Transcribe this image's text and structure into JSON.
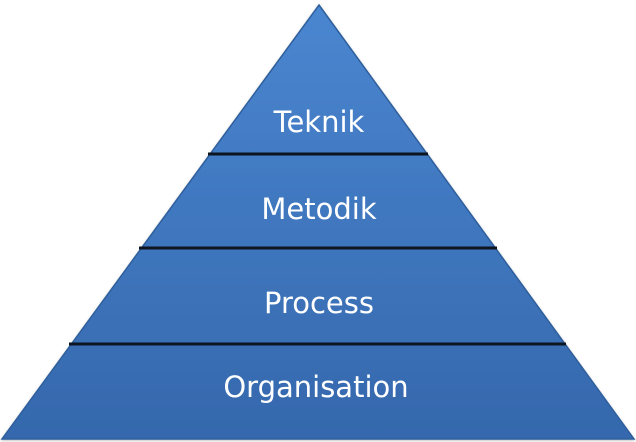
{
  "diagram": {
    "type": "pyramid",
    "levels": [
      {
        "label": "Teknik"
      },
      {
        "label": "Metodik"
      },
      {
        "label": "Process"
      },
      {
        "label": "Organisation"
      }
    ],
    "colors": {
      "fill_top": "#4a86d0",
      "fill_bottom": "#3568ad",
      "edge": "#2f5f9c",
      "divider": "#0d1520",
      "text": "#ffffff"
    }
  }
}
